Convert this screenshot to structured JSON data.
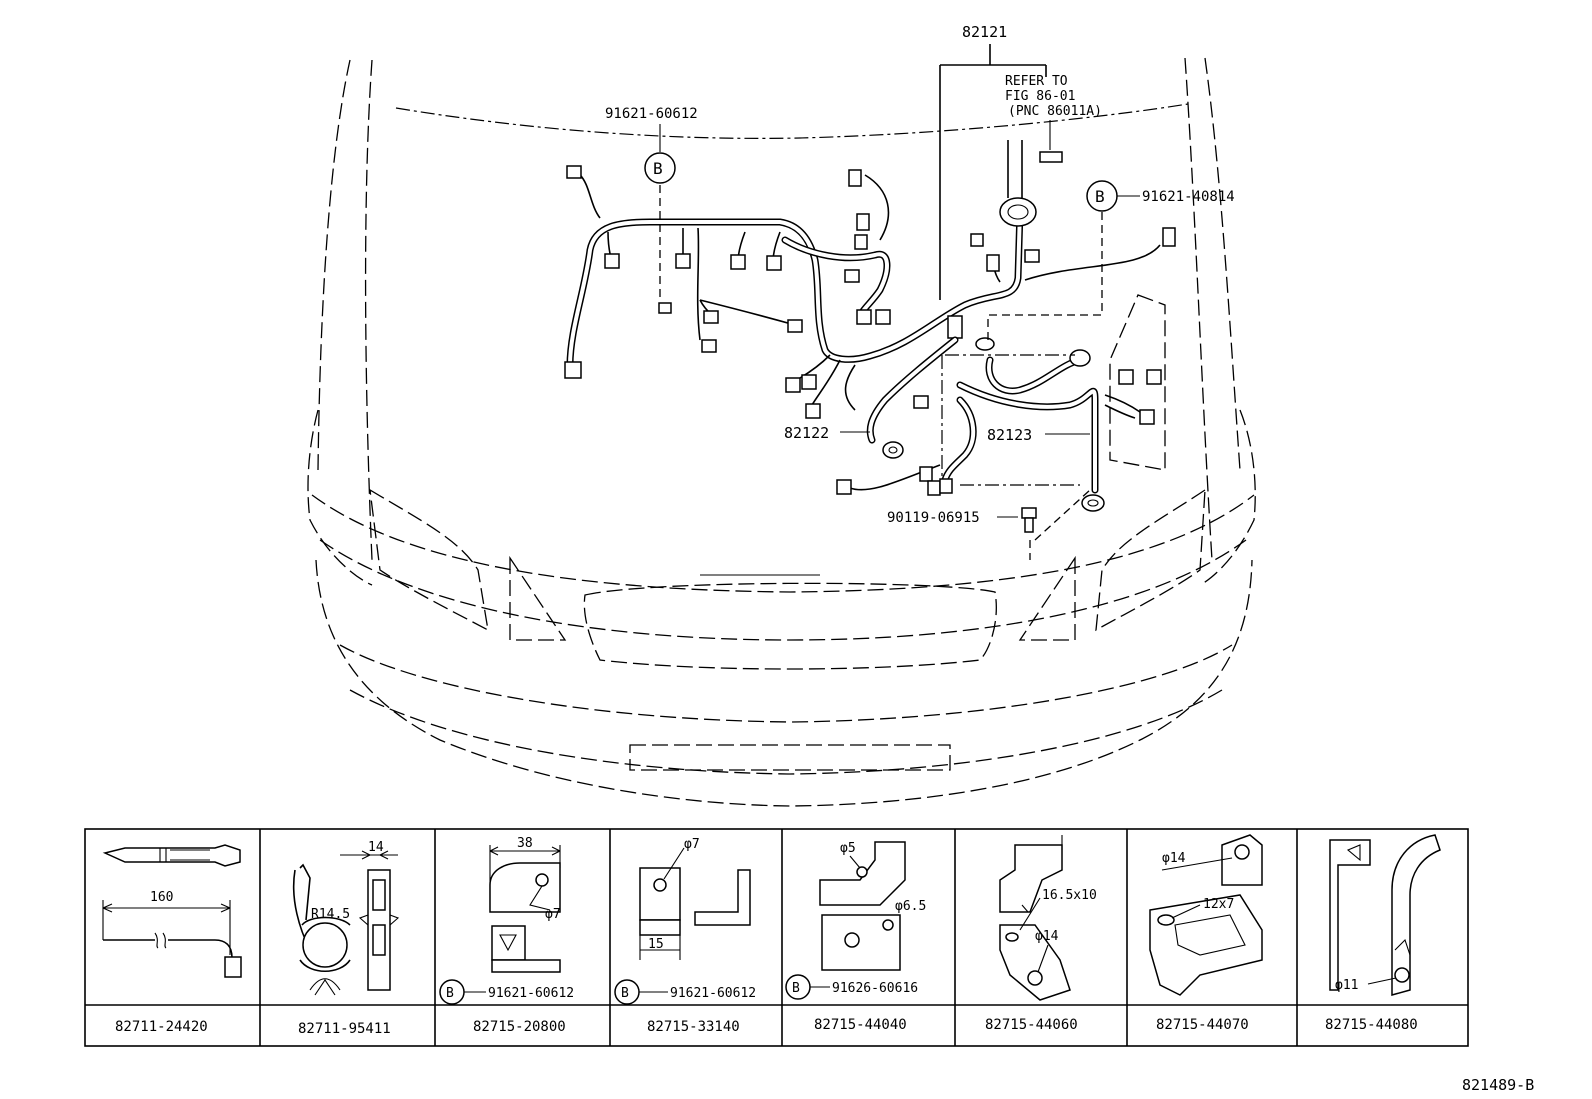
{
  "main_labels": {
    "harness_main": "82121",
    "harness_left": "82122",
    "harness_right": "82123",
    "bolt": "90119-06915",
    "clamp_left": "91621-60612",
    "clamp_right": "91621-40814",
    "clamp_left_marker": "B",
    "clamp_right_marker": "B",
    "refer_line1": "REFER TO",
    "refer_line2": "FIG 86-01",
    "refer_line3": "(PNC 86011A)"
  },
  "parts_table": {
    "cells": [
      {
        "part_no": "82711-24420",
        "dims": [
          "160"
        ]
      },
      {
        "part_no": "82711-95411",
        "dims": [
          "14",
          "R14.5"
        ]
      },
      {
        "part_no": "82715-20800",
        "dims": [
          "38",
          "φ7"
        ],
        "marker": "B",
        "clamp": "91621-60612"
      },
      {
        "part_no": "82715-33140",
        "dims": [
          "φ7",
          "15"
        ],
        "marker": "B",
        "clamp": "91621-60612"
      },
      {
        "part_no": "82715-44040",
        "dims": [
          "φ5",
          "φ6.5"
        ],
        "marker": "B",
        "clamp": "91626-60616"
      },
      {
        "part_no": "82715-44060",
        "dims": [
          "16.5x10",
          "φ14"
        ]
      },
      {
        "part_no": "82715-44070",
        "dims": [
          "φ14",
          "12x7"
        ]
      },
      {
        "part_no": "82715-44080",
        "dims": [
          "φ11"
        ]
      }
    ]
  },
  "figure_code": "821489-B"
}
